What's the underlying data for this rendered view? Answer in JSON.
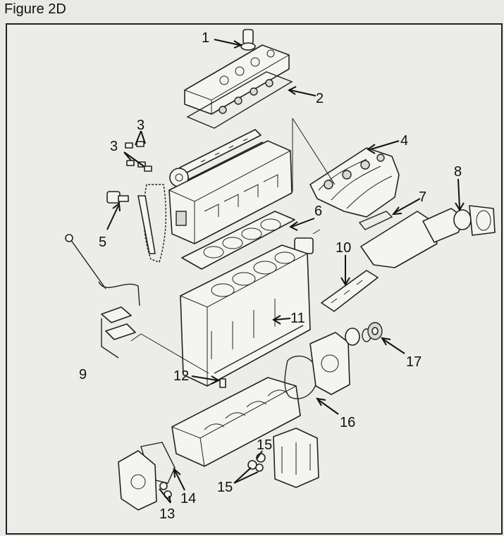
{
  "figure": {
    "title": "Figure 2D"
  },
  "callouts": [
    {
      "id": "1",
      "label": "1"
    },
    {
      "id": "2",
      "label": "2"
    },
    {
      "id": "3a",
      "label": "3"
    },
    {
      "id": "3b",
      "label": "3"
    },
    {
      "id": "4",
      "label": "4"
    },
    {
      "id": "5",
      "label": "5"
    },
    {
      "id": "6",
      "label": "6"
    },
    {
      "id": "7",
      "label": "7"
    },
    {
      "id": "8",
      "label": "8"
    },
    {
      "id": "9",
      "label": "9"
    },
    {
      "id": "10",
      "label": "10"
    },
    {
      "id": "11",
      "label": "11"
    },
    {
      "id": "12",
      "label": "12"
    },
    {
      "id": "13",
      "label": "13"
    },
    {
      "id": "14",
      "label": "14"
    },
    {
      "id": "15a",
      "label": "15"
    },
    {
      "id": "15b",
      "label": "15"
    },
    {
      "id": "16",
      "label": "16"
    },
    {
      "id": "17",
      "label": "17"
    }
  ]
}
